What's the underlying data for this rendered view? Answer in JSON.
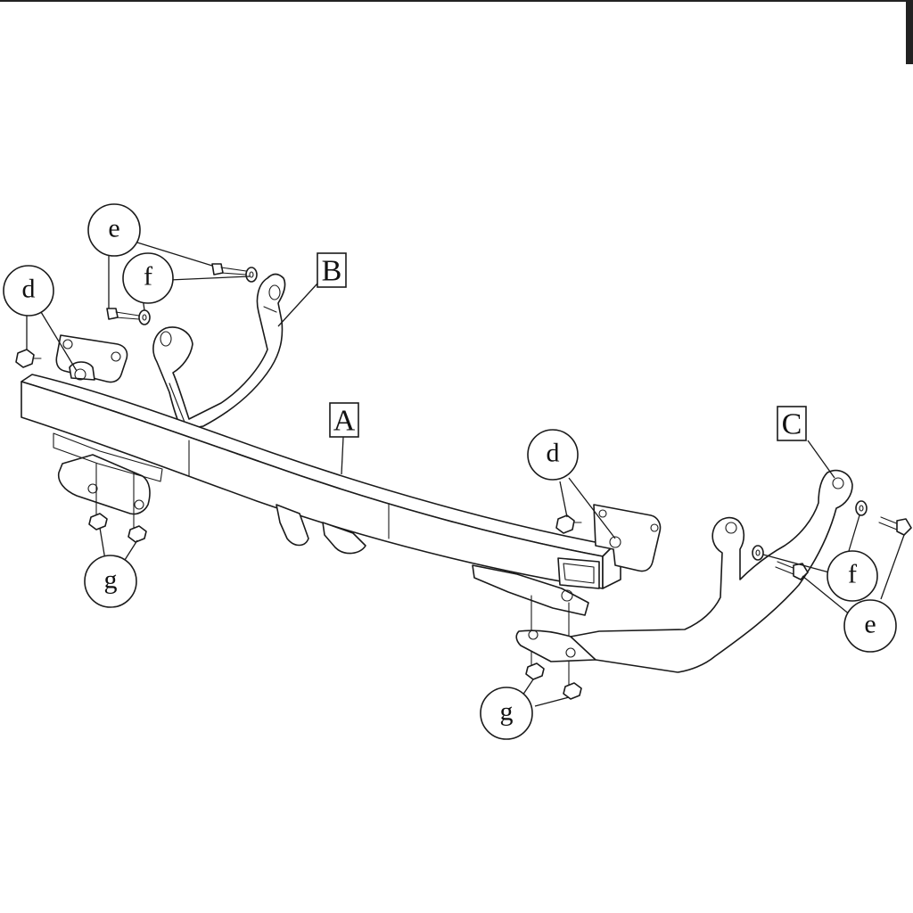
{
  "part_labels": {
    "A": "A",
    "B": "B",
    "C": "C"
  },
  "callouts": {
    "d": "d",
    "e": "e",
    "f": "f",
    "g": "g"
  },
  "colors": {
    "line": "#1a1a1a",
    "background": "#ffffff"
  }
}
